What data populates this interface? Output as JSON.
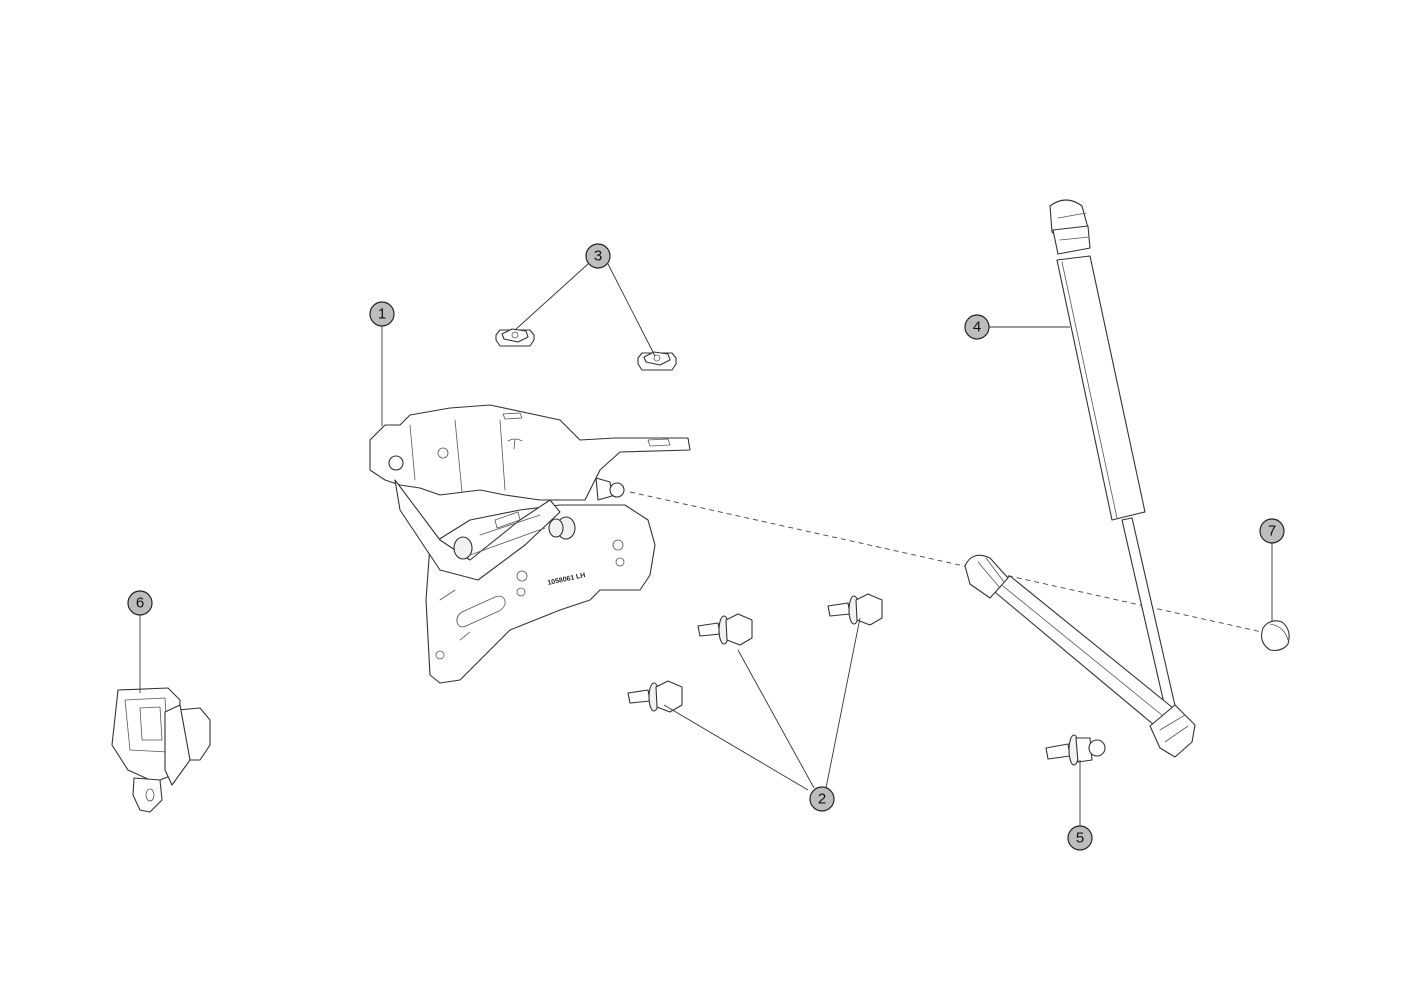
{
  "callouts": [
    {
      "id": "1",
      "label": "1"
    },
    {
      "id": "2",
      "label": "2"
    },
    {
      "id": "3",
      "label": "3"
    },
    {
      "id": "4",
      "label": "4"
    },
    {
      "id": "5",
      "label": "5"
    },
    {
      "id": "6",
      "label": "6"
    },
    {
      "id": "7",
      "label": "7"
    }
  ],
  "hinge_stamp": "1058061 LH"
}
